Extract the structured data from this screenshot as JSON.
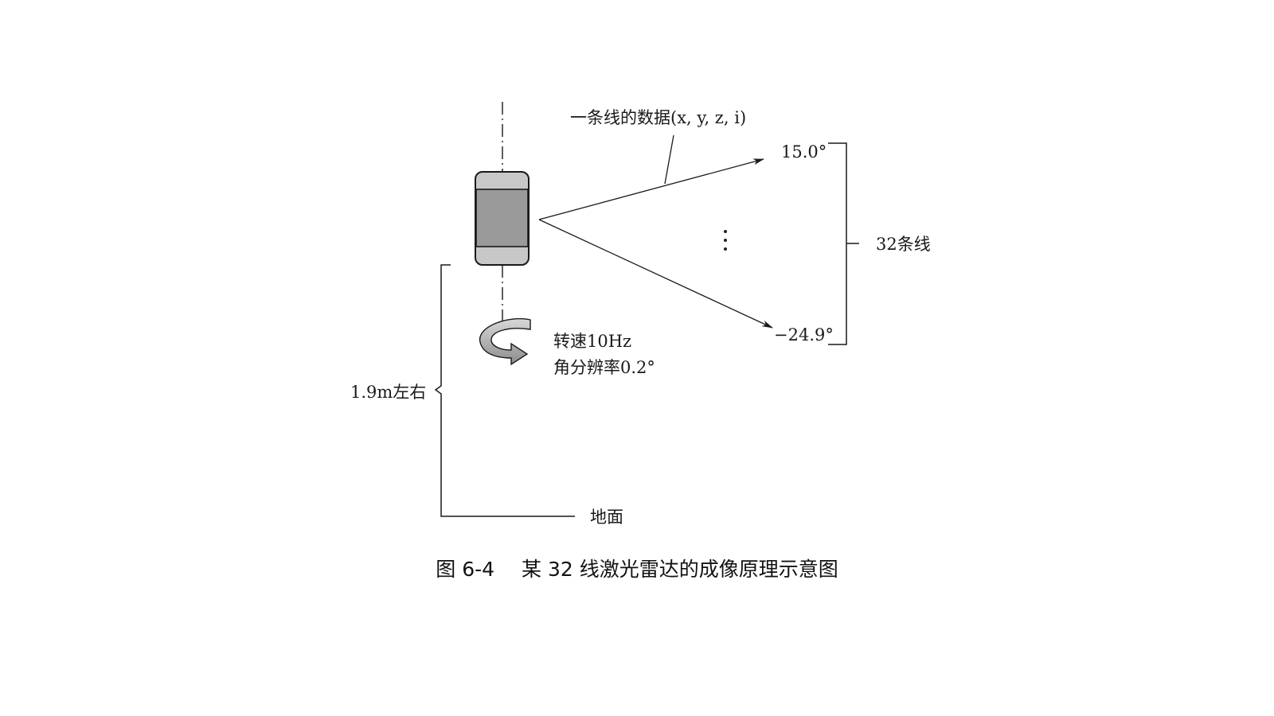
{
  "labels": {
    "line_data": "一条线的数据(x, y, z, i)",
    "angle_top": "15.0°",
    "angle_bottom": "−24.9°",
    "lines_count": "32条线",
    "speed": "转速10Hz",
    "resolution": "角分辨率0.2°",
    "height": "1.9m左右",
    "ground": "地面"
  },
  "caption": {
    "number": "图 6-4",
    "title": "某 32 线激光雷达的成像原理示意图"
  },
  "colors": {
    "lidar_body_dark": "#9a9a9a",
    "lidar_body_light": "#c8c8c8",
    "line": "#1a1a1a"
  }
}
